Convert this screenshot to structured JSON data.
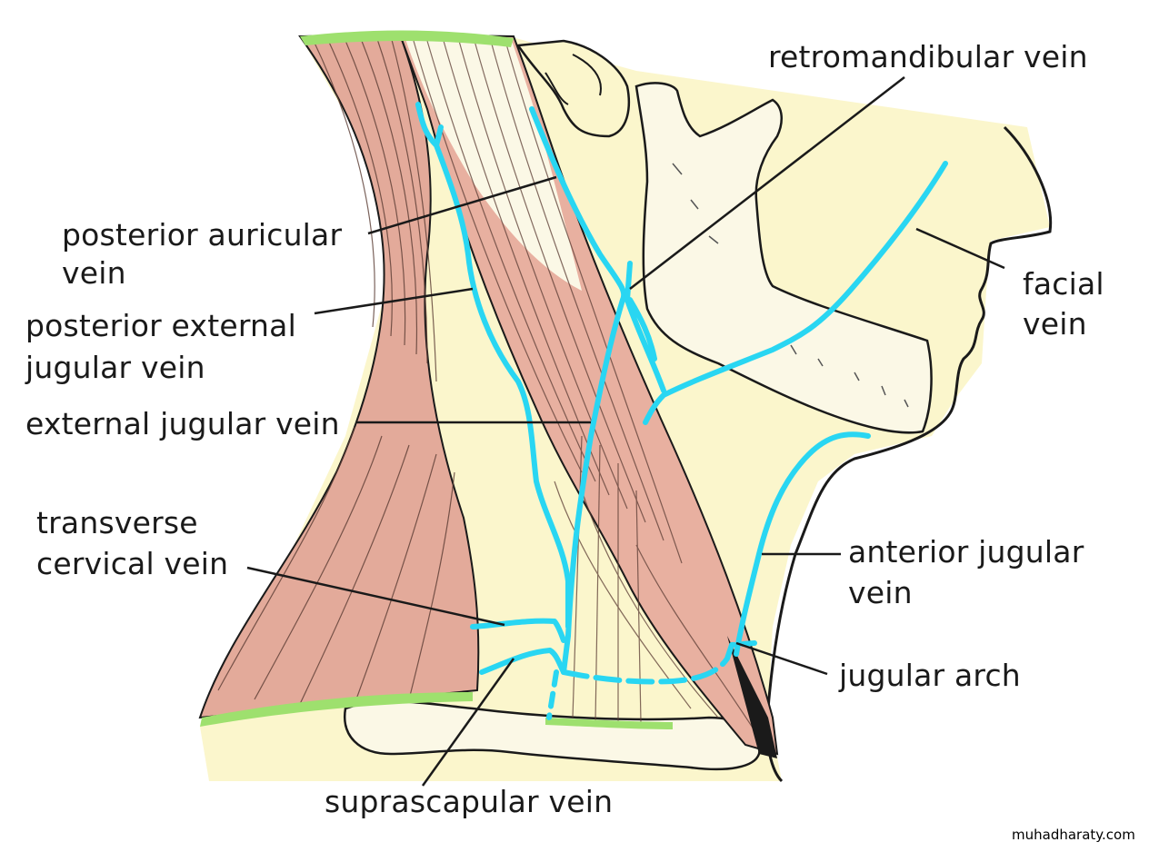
{
  "labels": {
    "retromandibular": "retromandibular vein",
    "posterior_auricular_1": "posterior auricular",
    "posterior_auricular_2": "vein",
    "posterior_external_1": "posterior external",
    "posterior_external_2": "jugular vein",
    "external_jugular": "external jugular vein",
    "transverse_cervical_1": "transverse",
    "transverse_cervical_2": "cervical vein",
    "suprascapular": "suprascapular vein",
    "facial_1": "facial",
    "facial_2": "vein",
    "anterior_jugular_1": "anterior jugular",
    "anterior_jugular_2": "vein",
    "jugular_arch": "jugular arch"
  },
  "watermark": "muhadharaty.com",
  "colors": {
    "skin": "#fbf6cc",
    "muscle": "#e3aa9a",
    "vein": "#29d6f2",
    "cut_edge": "#9ee06e",
    "bone": "#fbf8e6",
    "outline": "#1a1a1a"
  }
}
